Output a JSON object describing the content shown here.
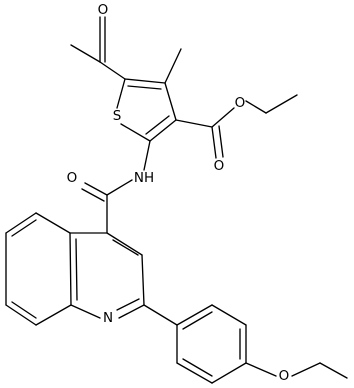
{
  "structure": {
    "description_free": true,
    "atom_labels": {
      "o_acetyl": "O",
      "s_thiophene": "S",
      "o_ester_carbonyl": "O",
      "o_ester_ether": "O",
      "n_amide": "NH",
      "o_amide": "O",
      "n_quinoline": "N",
      "o_ethoxy": "O"
    },
    "colors": {
      "bond": "#000000",
      "label": "#000000",
      "background": "#ffffff"
    }
  }
}
